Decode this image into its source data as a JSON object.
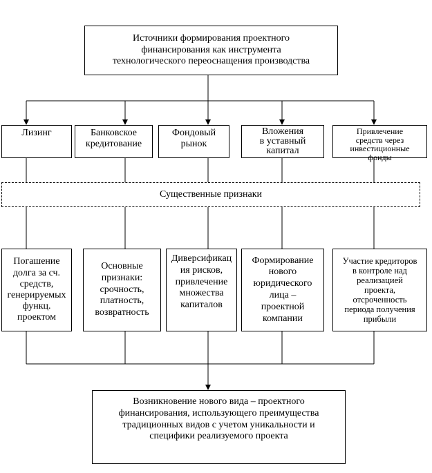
{
  "diagram": {
    "top": "Источники формирования проектного\nфинансирования как инструмента\nтехнологического переоснащения производства",
    "categories": [
      "Лизинг",
      "Банковское\nкредитование",
      "Фондовый\nрынок",
      "Вложения\nв уставный\nкапитал",
      "Привлечение\nсредств через\nинвестиционные\nфонды"
    ],
    "band_label": "Существенные признаки",
    "features": [
      "Погашение\nдолга за сч.\nсредств,\nгенерируемых\nфункц.\nпроектом",
      "Основные\nпризнаки:\nсрочность,\nплатность,\nвозвратность",
      "Диверсификац\nия рисков,\nпривлечение\nмножества\nкапиталов",
      "Формирование\nнового\nюридического\nлица –\nпроектной\nкомпании",
      "Участие кредиторов\nв контроле над\nреализацией\nпроекта,\nотсроченность\nпериода получения\nприбыли"
    ],
    "bottom": "Возникновение нового вида – проектного\nфинансирования, использующего преимущества\nтрадиционных видов с учетом уникальности и\nспецифики реализуемого проекта"
  }
}
